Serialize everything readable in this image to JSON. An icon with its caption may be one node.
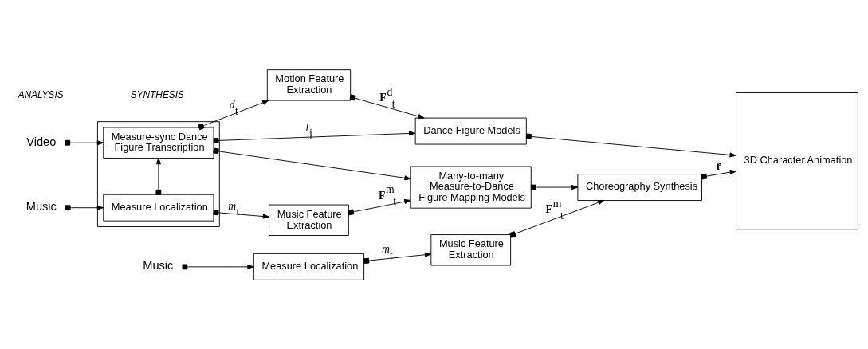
{
  "diagram": {
    "nodes": [
      {
        "text": [],
        "shape": "box"
      },
      {
        "text": [
          "Measure-sync Dance Figure Transcription"
        ],
        "in": 0
      },
      {
        "text": [
          "Measure Localization"
        ],
        "in": 0
      },
      {
        "text": [
          "Motion Feature Extraction"
        ]
      },
      {
        "text": [
          "Music Feature Extraction"
        ]
      },
      {
        "text": [
          "Dance Figure Models"
        ]
      },
      {
        "text": [
          "Many-to-many Measure-to-Dance Figure Mapping Models"
        ]
      },
      {
        "text": [
          "Measure Localization"
        ]
      },
      {
        "text": [
          "Music Feature Extraction"
        ]
      },
      {
        "text": [
          "Choreography Synthesis"
        ]
      },
      {
        "text": [
          "3D Character Animation"
        ]
      },
      {
        "text": [
          "Video"
        ]
      },
      {
        "text": [
          "Music"
        ]
      },
      {
        "text": [
          "Music"
        ]
      }
    ],
    "edges": [
      {
        "from": 11,
        "to": 1,
        "arrow": "to"
      },
      {
        "from": 12,
        "to": 2,
        "arrow": "to"
      },
      {
        "from": 2,
        "to": 1,
        "arrow": "to"
      },
      {
        "from": 1,
        "to": 3,
        "arrow": "to",
        "label": "*d*$_{t}$"
      },
      {
        "from": 1,
        "to": 5,
        "arrow": "to",
        "label": "*l*$_{j}$"
      },
      {
        "from": 1,
        "to": 6,
        "arrow": "to"
      },
      {
        "from": 2,
        "to": 4,
        "arrow": "to",
        "label": "*m*$_{t}$"
      },
      {
        "from": 3,
        "to": 5,
        "arrow": "to",
        "label": "**F**$^{d}$$_{t}$"
      },
      {
        "from": 4,
        "to": 6,
        "arrow": "to",
        "label": "**F**$^{m}$$_{t}$"
      },
      {
        "from": 5,
        "to": 10,
        "arrow": "to"
      },
      {
        "from": 6,
        "to": 9,
        "arrow": "to"
      },
      {
        "from": 13,
        "to": 7,
        "arrow": "to"
      },
      {
        "from": 7,
        "to": 8,
        "arrow": "to",
        "label": "*m*$_{t}$"
      },
      {
        "from": 8,
        "to": 9,
        "arrow": "to",
        "label": "**F**$^{m}$$_{t}$"
      },
      {
        "from": 9,
        "to": 10,
        "arrow": "to",
        "label": "**r̃**"
      }
    ],
    "labels": [
      "ANALYSIS",
      "SYNTHESIS"
    ]
  }
}
